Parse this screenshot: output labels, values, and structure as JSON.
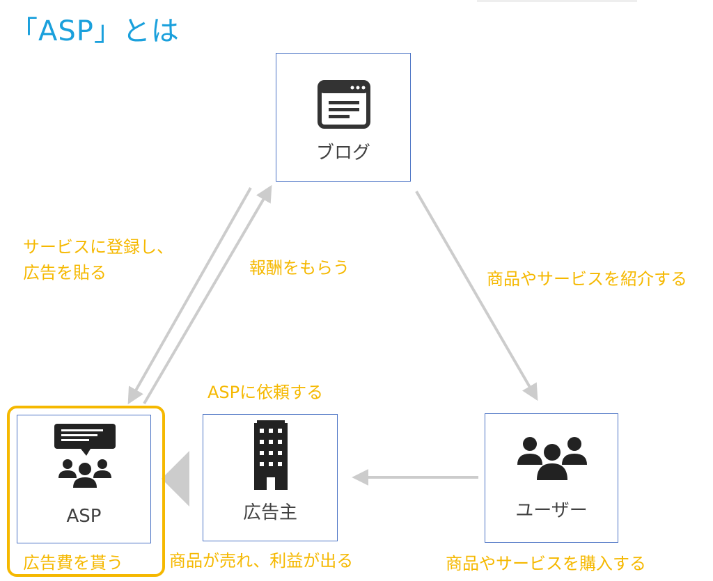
{
  "title": "「ASP」とは",
  "nodes": {
    "blog": {
      "label": "ブログ",
      "icon": "browser-window-icon"
    },
    "asp": {
      "label": "ASP",
      "icon": "people-chat-icon"
    },
    "advertiser": {
      "label": "広告主",
      "icon": "building-icon"
    },
    "user": {
      "label": "ユーザー",
      "icon": "group-people-icon"
    }
  },
  "edges": {
    "register": [
      "サービスに登録し、",
      "広告を貼る"
    ],
    "reward": "報酬をもらう",
    "introduce": "商品やサービスを紹介する",
    "request": "ASPに依頼する",
    "purchase": "商品やサービスを購入する",
    "profit": "商品が売れ、利益が出る",
    "ad_fee": "広告費を貰う"
  },
  "colors": {
    "title": "#1aa0dc",
    "label": "#f5b800",
    "box_border": "#4a72c4",
    "arrow": "#cccccc",
    "icon": "#333333"
  }
}
